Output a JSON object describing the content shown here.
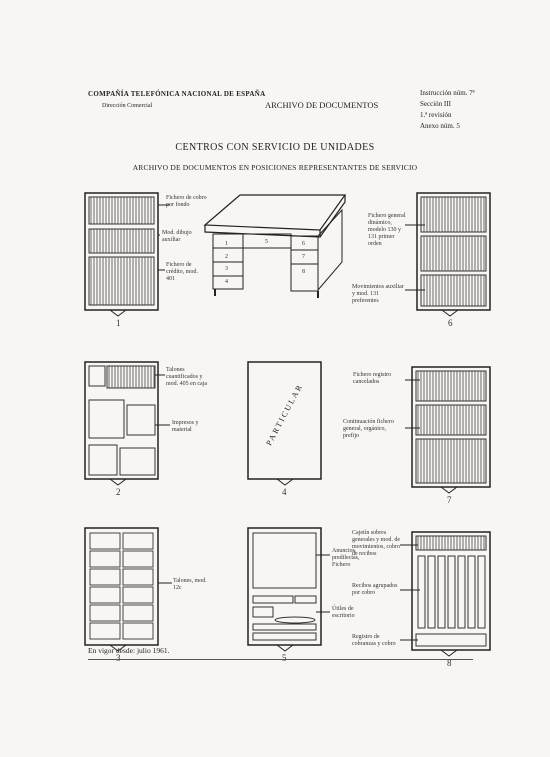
{
  "header": {
    "company": "COMPAÑÍA TELEFÓNICA NACIONAL DE ESPAÑA",
    "department": "Dirección Comercial",
    "archive_title": "ARCHIVO DE DOCUMENTOS",
    "instruction": "Instrucción núm. 7ª",
    "section": "Sección III",
    "revision": "1.ª revisión",
    "annex": "Anexo núm. 5"
  },
  "title": "CENTROS CON SERVICIO DE UNIDADES",
  "subtitle": "ARCHIVO DE DOCUMENTOS EN POSICIONES REPRESENTANTES DE SERVICIO",
  "desk": {
    "drawer_numbers": [
      "1",
      "2",
      "3",
      "4",
      "5",
      "6",
      "7",
      "8"
    ]
  },
  "figures": {
    "f1": {
      "number": "1",
      "labels": [
        "Fichero de cobro por fondo",
        "Mod. dibujo auxiliar",
        "Fichero de crédito, mod. 401"
      ]
    },
    "f2": {
      "number": "2",
      "labels": [
        "Talones cuantificados y mod. 405 en caja",
        "Impresos y material"
      ]
    },
    "f3": {
      "number": "3",
      "labels": [
        "Talones, mod. 12c"
      ]
    },
    "f4": {
      "number": "4",
      "text": "PARTICULAR"
    },
    "f5": {
      "number": "5",
      "labels": [
        "Anuncios, predilectas, Fichero",
        "Útiles de escritorio"
      ]
    },
    "f6": {
      "number": "6",
      "labels": [
        "Fichero general dinámico, modelo 130 y 131 primer orden",
        "Movimientos auxiliar y mod. 131 preferentes"
      ]
    },
    "f7": {
      "number": "7",
      "labels": [
        "Fichero registro cancelados",
        "Continuación fichero general, orgánico, prefijo"
      ]
    },
    "f8": {
      "number": "8",
      "labels": [
        "Cajetín sobres generales y mod. de movimientos, cobro de recibos",
        "Recibos agrupados por cobro",
        "Registro de cobranzas y cobro"
      ]
    }
  },
  "footer": "En vigor desde: julio 1961."
}
